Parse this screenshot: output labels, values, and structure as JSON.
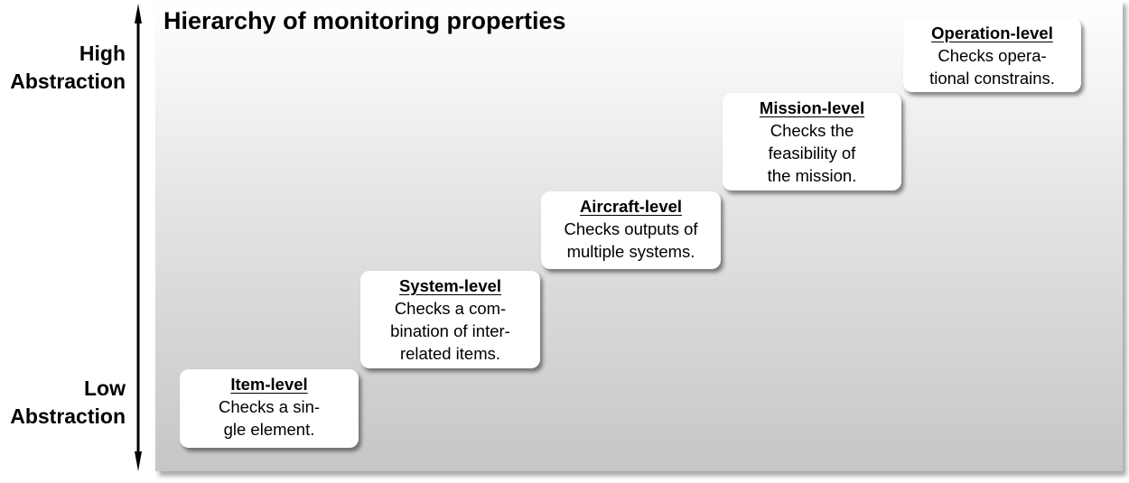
{
  "title": "Hierarchy of monitoring properties",
  "axis": {
    "high_label": [
      "High",
      "Abstraction"
    ],
    "low_label": [
      "Low",
      "Abstraction"
    ]
  },
  "levels": [
    {
      "heading": "Item-level",
      "lines": [
        "Checks a sin-",
        "gle element."
      ]
    },
    {
      "heading": "System-level",
      "lines": [
        "Checks a com-",
        "bination of inter-",
        "related items."
      ]
    },
    {
      "heading": "Aircraft-level",
      "lines": [
        "Checks outputs of",
        "multiple systems."
      ]
    },
    {
      "heading": "Mission-level",
      "lines": [
        "Checks the",
        "feasibility of",
        "the mission."
      ]
    },
    {
      "heading": "Operation-level",
      "lines": [
        "Checks opera-",
        "tional constrains."
      ]
    }
  ]
}
